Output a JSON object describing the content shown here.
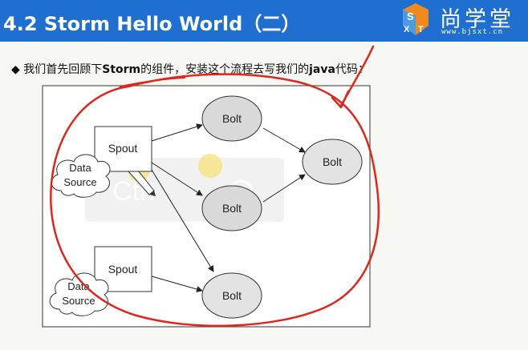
{
  "header": {
    "title": "4.2 Storm Hello World（二）",
    "logo_cn": "尚学堂",
    "logo_url": "www.bjsxt.cn",
    "logo_mark": "SXT",
    "bg_color": "#1f6fd1"
  },
  "content": {
    "bullet_symbol": "◆",
    "bullet_text_1": "我们首先回顾下",
    "bullet_bold_1": "Storm",
    "bullet_text_2": "的组件，安装这个流程去写我们的",
    "bullet_bold_2": "java",
    "bullet_text_3": "代码："
  },
  "diagram": {
    "datasource_1_line1": "Data",
    "datasource_1_line2": "Source",
    "datasource_2_line1": "Data",
    "datasource_2_line2": "Source",
    "spout_1": "Spout",
    "spout_2": "Spout",
    "bolt_1": "Bolt",
    "bolt_2": "Bolt",
    "bolt_3": "Bolt",
    "bolt_4": "Bolt",
    "annotation_color": "#e0251b",
    "watermark_text": "Ctrl"
  }
}
